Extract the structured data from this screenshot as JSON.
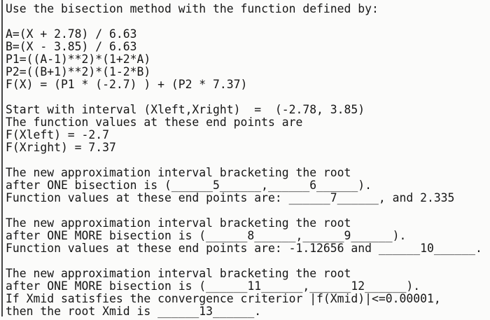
{
  "doc": {
    "lines": [
      "Use the bisection method with the function defined by:",
      "",
      "A=(X + 2.78) / 6.63",
      "B=(X - 3.85) / 6.63",
      "P1=((A-1)**2)*(1+2*A)",
      "P2=((B+1)**2)*(1-2*B)",
      "F(X) = (P1 * (-2.7) ) + (P2 * 7.37)",
      "",
      "Start with interval (Xleft,Xright)  =  (-2.78, 3.85)",
      "The function values at these end points are",
      "F(Xleft) = -2.7",
      "F(Xright) = 7.37",
      "",
      "The new approximation interval bracketing the root",
      "after ONE bisection is (______5______,______6______).",
      "Function values at these end points are: ______7______, and 2.335",
      "",
      "The new approximation interval bracketing the root",
      "after ONE MORE bisection is (______8______,______9______).",
      "Function values at these end points are: -1.12656 and ______10______.",
      "",
      "The new approximation interval bracketing the root",
      "after ONE MORE bisection is (______11______,______12______).",
      "If Xmid satisfies the convergence criterior |f(Xmid)|<=0.00001,",
      "then the root Xmid is ______13______."
    ],
    "problem": {
      "function_definition": {
        "A": "(X + 2.78) / 6.63",
        "B": "(X - 3.85) / 6.63",
        "P1": "((A-1)**2)*(1+2*A)",
        "P2": "((B+1)**2)*(1-2*B)",
        "F(X)": "(P1 * (-2.7) ) + (P2 * 7.37)"
      },
      "start_interval": "(-2.78, 3.85)",
      "known_values": {
        "F(Xleft)": "-2.7",
        "F(Xright)": "7.37",
        "after_one_bisection_right_value": "2.335",
        "after_two_bisections_left_value": "-1.12656"
      },
      "convergence_criterion": "|f(Xmid)|<=0.00001",
      "blank_numbers": [
        5,
        6,
        7,
        8,
        9,
        10,
        11,
        12,
        13
      ]
    }
  },
  "colors": {
    "background": "#fbfbfa",
    "text": "#161616",
    "left_rule": "#454545"
  }
}
